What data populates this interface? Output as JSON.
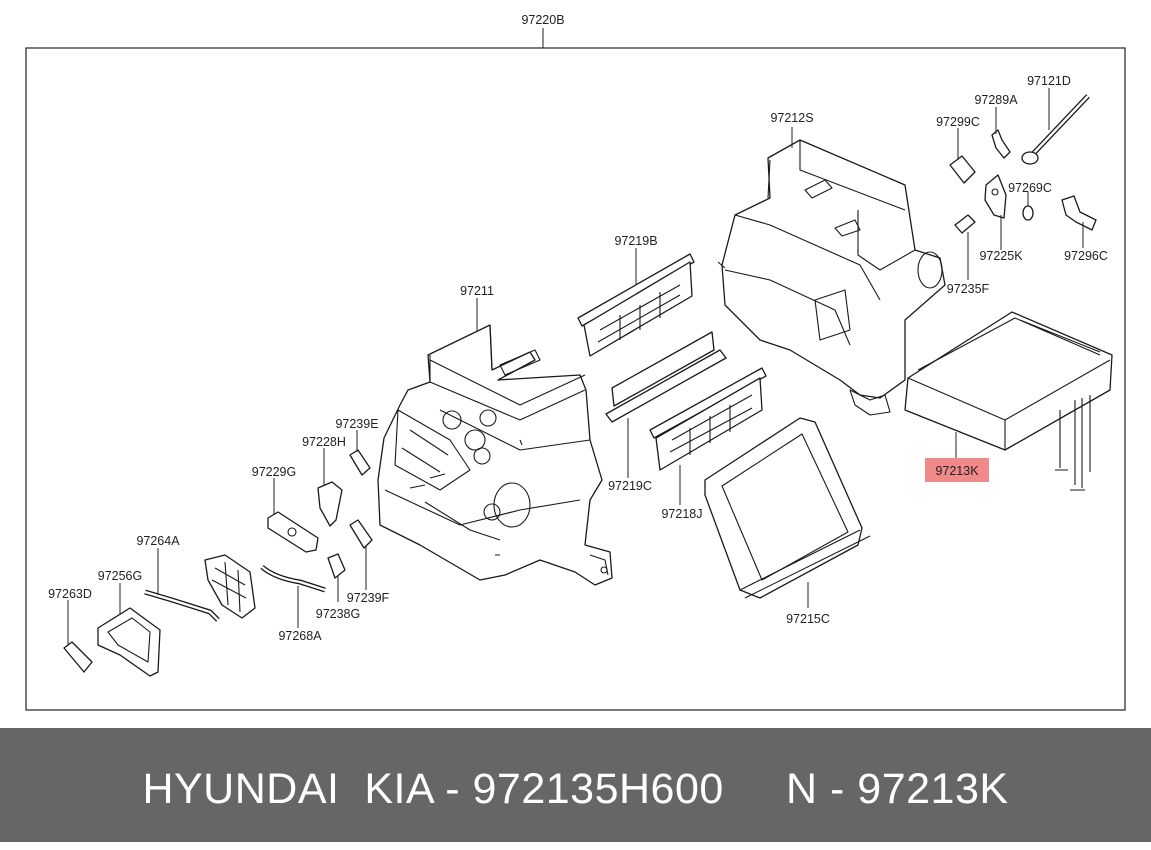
{
  "diagram": {
    "frame_label": "97220B",
    "highlight_color": "#f08a8a",
    "labels": {
      "p97121D": "97121D",
      "p97289A": "97289A",
      "p97212S": "97212S",
      "p97299C": "97299C",
      "p97269C": "97269C",
      "p97225K": "97225K",
      "p97296C": "97296C",
      "p97235F": "97235F",
      "p97219B": "97219B",
      "p97211": "97211",
      "p97239E": "97239E",
      "p97228H": "97228H",
      "p97229G": "97229G",
      "p97219C": "97219C",
      "p97218J": "97218J",
      "p97213K": "97213K",
      "p97264A": "97264A",
      "p97256G": "97256G",
      "p97263D": "97263D",
      "p97239F": "97239F",
      "p97238G": "97238G",
      "p97268A": "97268A",
      "p97215C": "97215C"
    }
  },
  "footer": {
    "text": "HYUNDAI  KIA - 972135H600     N - 97213K",
    "background": "#666666"
  }
}
